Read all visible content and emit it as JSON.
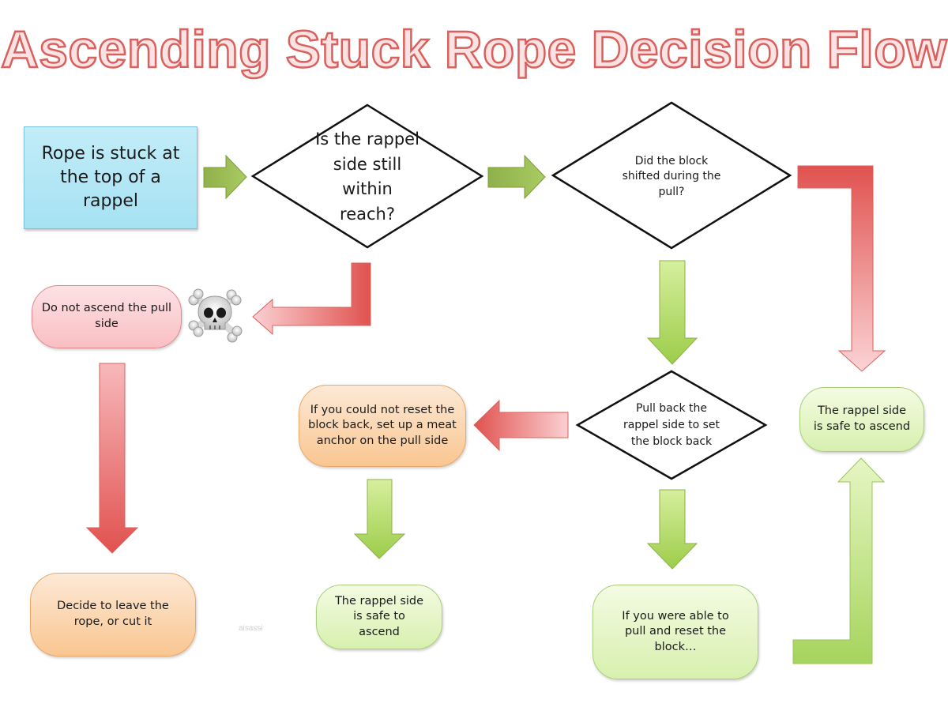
{
  "title": "Ascending Stuck Rope Decision Flow",
  "nodes": {
    "start": "Rope is stuck at the top of a rappel",
    "decision_reach": "Is the rappel side still within reach?",
    "decision_shifted": "Did the block shifted during the pull?",
    "do_not_ascend": "Do not ascend the pull side",
    "pull_back": "Pull back the rappel side to set the block back",
    "meat_anchor": "If you could not reset the block back, set up a meat anchor on the pull side",
    "safe_right": "The rappel side is safe to ascend",
    "leave_rope": "Decide to leave the rope, or cut it",
    "safe_middle": "The rappel side is safe to ascend",
    "able_reset": "If you were able to pull and reset the block…"
  },
  "icons": {
    "danger": "skull-crossbones-icon"
  },
  "watermark": "aisassi",
  "colors": {
    "title_fill": "#fbe3e3",
    "title_stroke": "#d9605c",
    "arrow_green": "#9ccd4a",
    "arrow_red": "#e0524f"
  }
}
